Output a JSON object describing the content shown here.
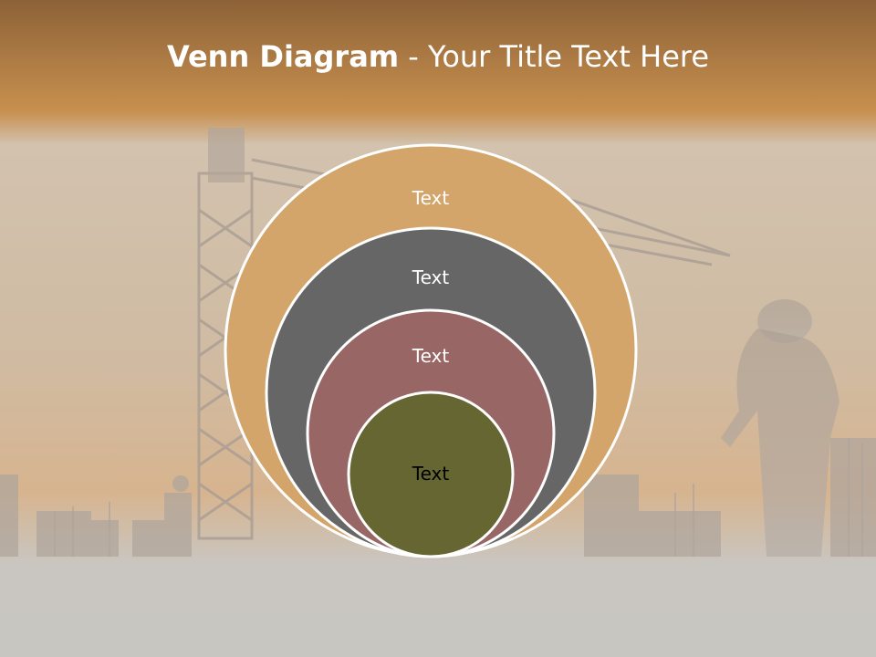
{
  "slide": {
    "title_bold": "Venn Diagram",
    "title_rest": " - Your Title Text Here"
  },
  "diagram": {
    "type": "nested-circles",
    "circles": [
      {
        "label": "Text",
        "fill": "#D4A56A",
        "label_color": "#ffffff"
      },
      {
        "label": "Text",
        "fill": "#666666",
        "label_color": "#ffffff"
      },
      {
        "label": "Text",
        "fill": "#996666",
        "label_color": "#ffffff"
      },
      {
        "label": "Text",
        "fill": "#666633",
        "label_color": "#000000"
      }
    ]
  },
  "colors": {
    "header_top": "#8F6538",
    "header_bottom": "#C8904F",
    "sky": "#C9B7A0",
    "ground": "#C9C7C2"
  }
}
